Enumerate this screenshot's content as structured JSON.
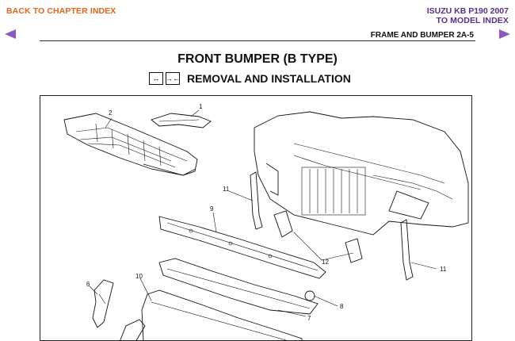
{
  "header": {
    "back_link": "BACK TO CHAPTER INDEX",
    "model_title": "ISUZU KB P190 2007",
    "model_link": "TO MODEL INDEX",
    "section_label": "FRAME AND BUMPER  2A-5",
    "accent_orange": "#e8631c",
    "accent_purple": "#5a2d8c"
  },
  "nav": {
    "prev_icon": "left-triangle-arrow",
    "next_icon": "right-triangle-arrow"
  },
  "page": {
    "title": "FRONT BUMPER (B TYPE)",
    "subtitle": "REMOVAL AND INSTALLATION",
    "icon_removal": "removal-icon",
    "icon_installation": "installation-icon"
  },
  "diagram": {
    "callouts": {
      "c1": "1",
      "c2": "2",
      "c6": "6",
      "c7": "7",
      "c8": "8",
      "c9": "9",
      "c10": "10",
      "c11a": "11",
      "c11b": "11",
      "c12": "12"
    }
  }
}
